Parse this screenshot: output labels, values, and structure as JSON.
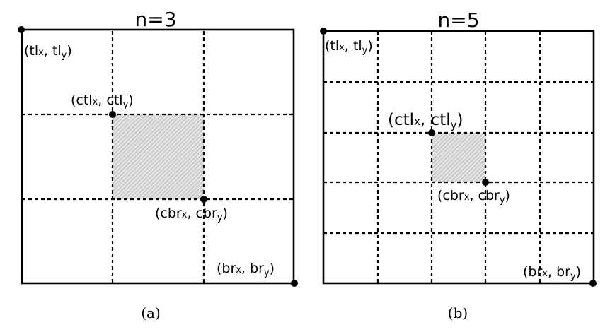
{
  "panels": [
    {
      "title": "n=3",
      "caption": "(a)",
      "grid_n": 3,
      "labels": {
        "tl": {
          "base1": "(tl",
          "sub1": "x",
          "mid": ", tl",
          "sub2": "y",
          "end": ")"
        },
        "ctl": {
          "base1": "(ctl",
          "sub1": "x",
          "mid": ", ctl",
          "sub2": "y",
          "end": ")"
        },
        "cbr": {
          "base1": "(cbr",
          "sub1": "x",
          "mid": ", cbr",
          "sub2": "y",
          "end": ")"
        },
        "br": {
          "base1": "(br",
          "sub1": "x",
          "mid": ", br",
          "sub2": "y",
          "end": ")"
        }
      }
    },
    {
      "title": "n=5",
      "caption": "(b)",
      "grid_n": 5,
      "labels": {
        "tl": {
          "base1": "(tl",
          "sub1": "x",
          "mid": ", tl",
          "sub2": "y",
          "end": ")"
        },
        "ctl": {
          "base1": "(ctl",
          "sub1": "x",
          "mid": ", ctl",
          "sub2": "y",
          "end": ")"
        },
        "cbr": {
          "base1": "(cbr",
          "sub1": "x",
          "mid": ", cbr",
          "sub2": "y",
          "end": ")"
        },
        "br": {
          "base1": "(br",
          "sub1": "x",
          "mid": ", br",
          "sub2": "y",
          "end": ")"
        }
      }
    }
  ]
}
